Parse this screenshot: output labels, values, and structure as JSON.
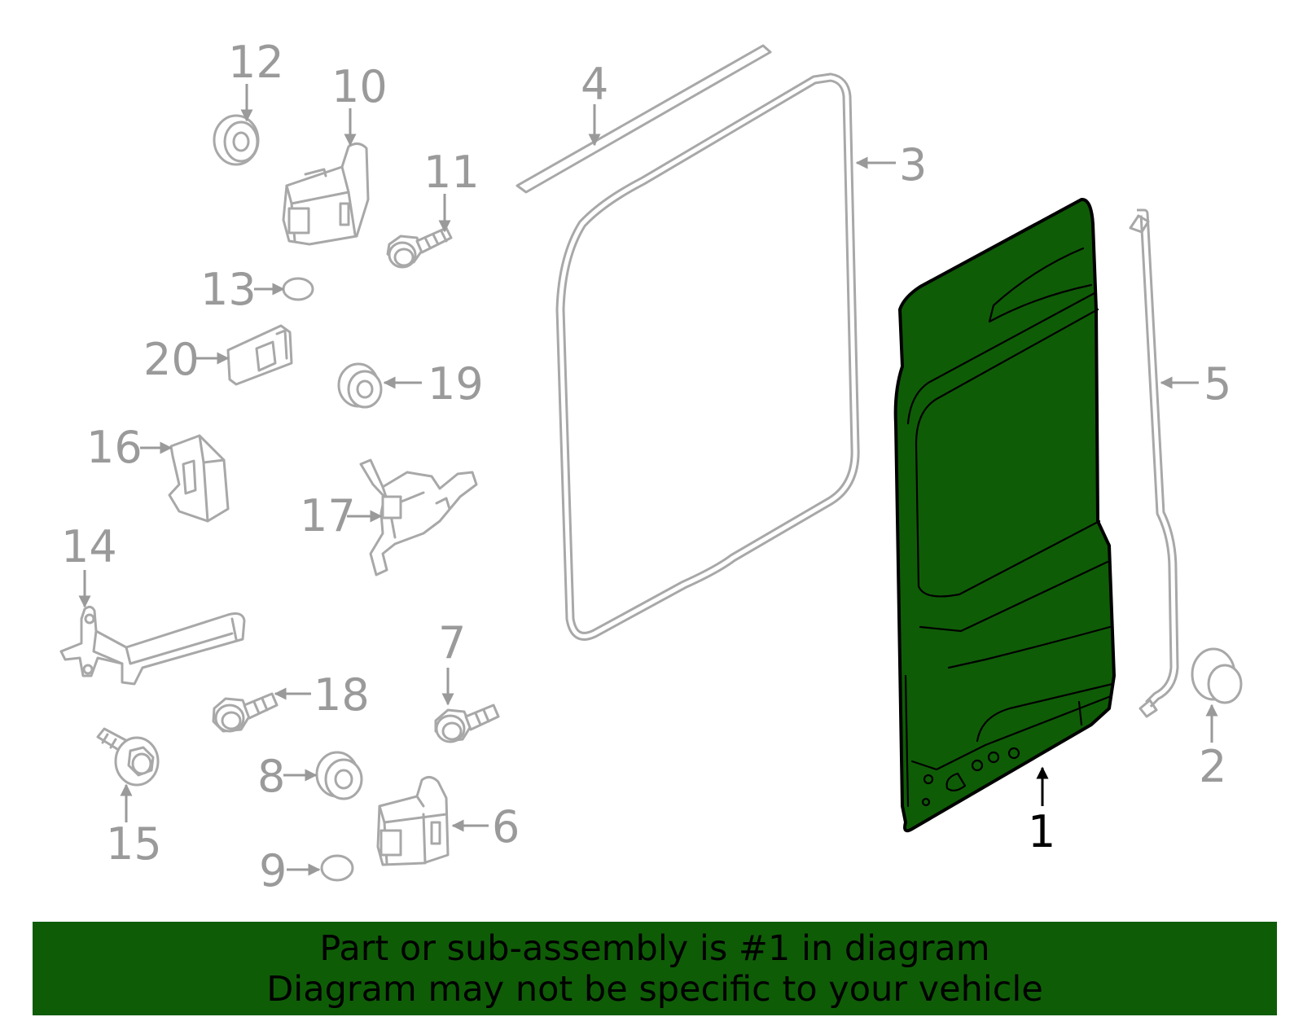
{
  "colors": {
    "highlight_fill": "#0f5c07",
    "outline_gray": "#a8a8a8",
    "label_gray": "#9a9a9a",
    "banner_bg": "#0f5c07"
  },
  "callouts": [
    {
      "id": "1",
      "label": "1",
      "highlighted": true
    },
    {
      "id": "2",
      "label": "2"
    },
    {
      "id": "3",
      "label": "3"
    },
    {
      "id": "4",
      "label": "4"
    },
    {
      "id": "5",
      "label": "5"
    },
    {
      "id": "6",
      "label": "6"
    },
    {
      "id": "7",
      "label": "7"
    },
    {
      "id": "8",
      "label": "8"
    },
    {
      "id": "9",
      "label": "9"
    },
    {
      "id": "10",
      "label": "10"
    },
    {
      "id": "11",
      "label": "11"
    },
    {
      "id": "12",
      "label": "12"
    },
    {
      "id": "13",
      "label": "13"
    },
    {
      "id": "14",
      "label": "14"
    },
    {
      "id": "15",
      "label": "15"
    },
    {
      "id": "16",
      "label": "16"
    },
    {
      "id": "17",
      "label": "17"
    },
    {
      "id": "18",
      "label": "18"
    },
    {
      "id": "19",
      "label": "19"
    },
    {
      "id": "20",
      "label": "20"
    }
  ],
  "banner": {
    "line1": "Part or sub-assembly is #1 in diagram",
    "line2": "Diagram may not be specific to your vehicle"
  }
}
